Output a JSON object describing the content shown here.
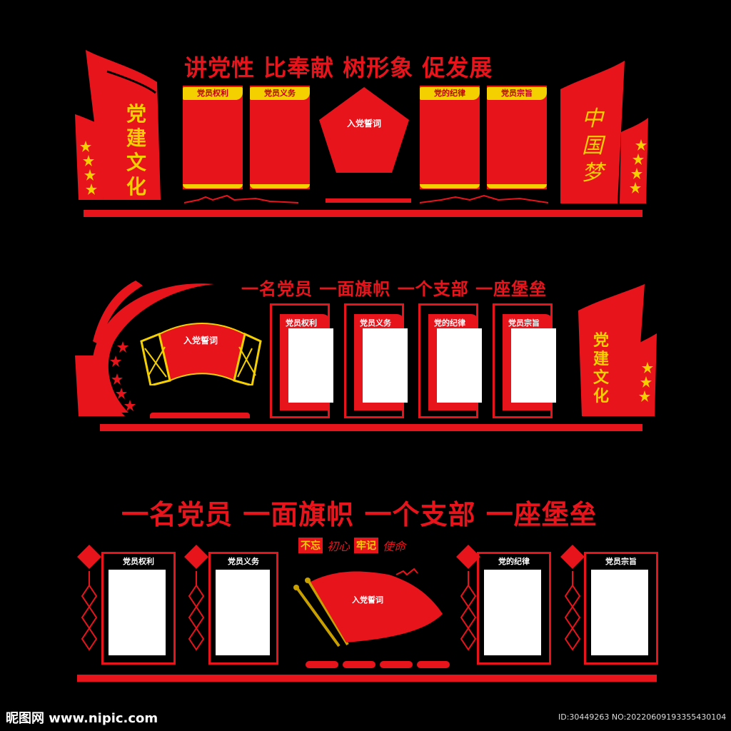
{
  "section1": {
    "slogan": "讲党性  比奉献  树形象  促发展",
    "left_vertical": "党建文化",
    "right_calligraphy": "中国梦",
    "tab1": "党员权利",
    "tab2": "党员义务",
    "center": "入党誓词",
    "tab3": "党的纪律",
    "tab4": "党员宗旨"
  },
  "section2": {
    "slogan": "一名党员 一面旗帜 一个支部 一座堡垒",
    "fan_label": "入党誓词",
    "right_vertical": "党建文化",
    "panel1": "党员权利",
    "panel2": "党员义务",
    "panel3": "党的纪律",
    "panel4": "党员宗旨"
  },
  "section3": {
    "slogan": "一名党员 一面旗帜 一个支部 一座堡垒",
    "motto_box1": "不忘",
    "motto_text1": "初心",
    "motto_box2": "牢记",
    "motto_text2": "使命",
    "flag_label": "入党誓词",
    "panel1": "党员权利",
    "panel2": "党员义务",
    "panel3": "党的纪律",
    "panel4": "党员宗旨"
  },
  "footer": {
    "watermark": "昵图网 www.nipic.com",
    "id_text": "ID:30449263 NO:20220609193355430104"
  },
  "colors": {
    "red": "#e8141c",
    "gold": "#f5d000",
    "background": "#000000"
  }
}
